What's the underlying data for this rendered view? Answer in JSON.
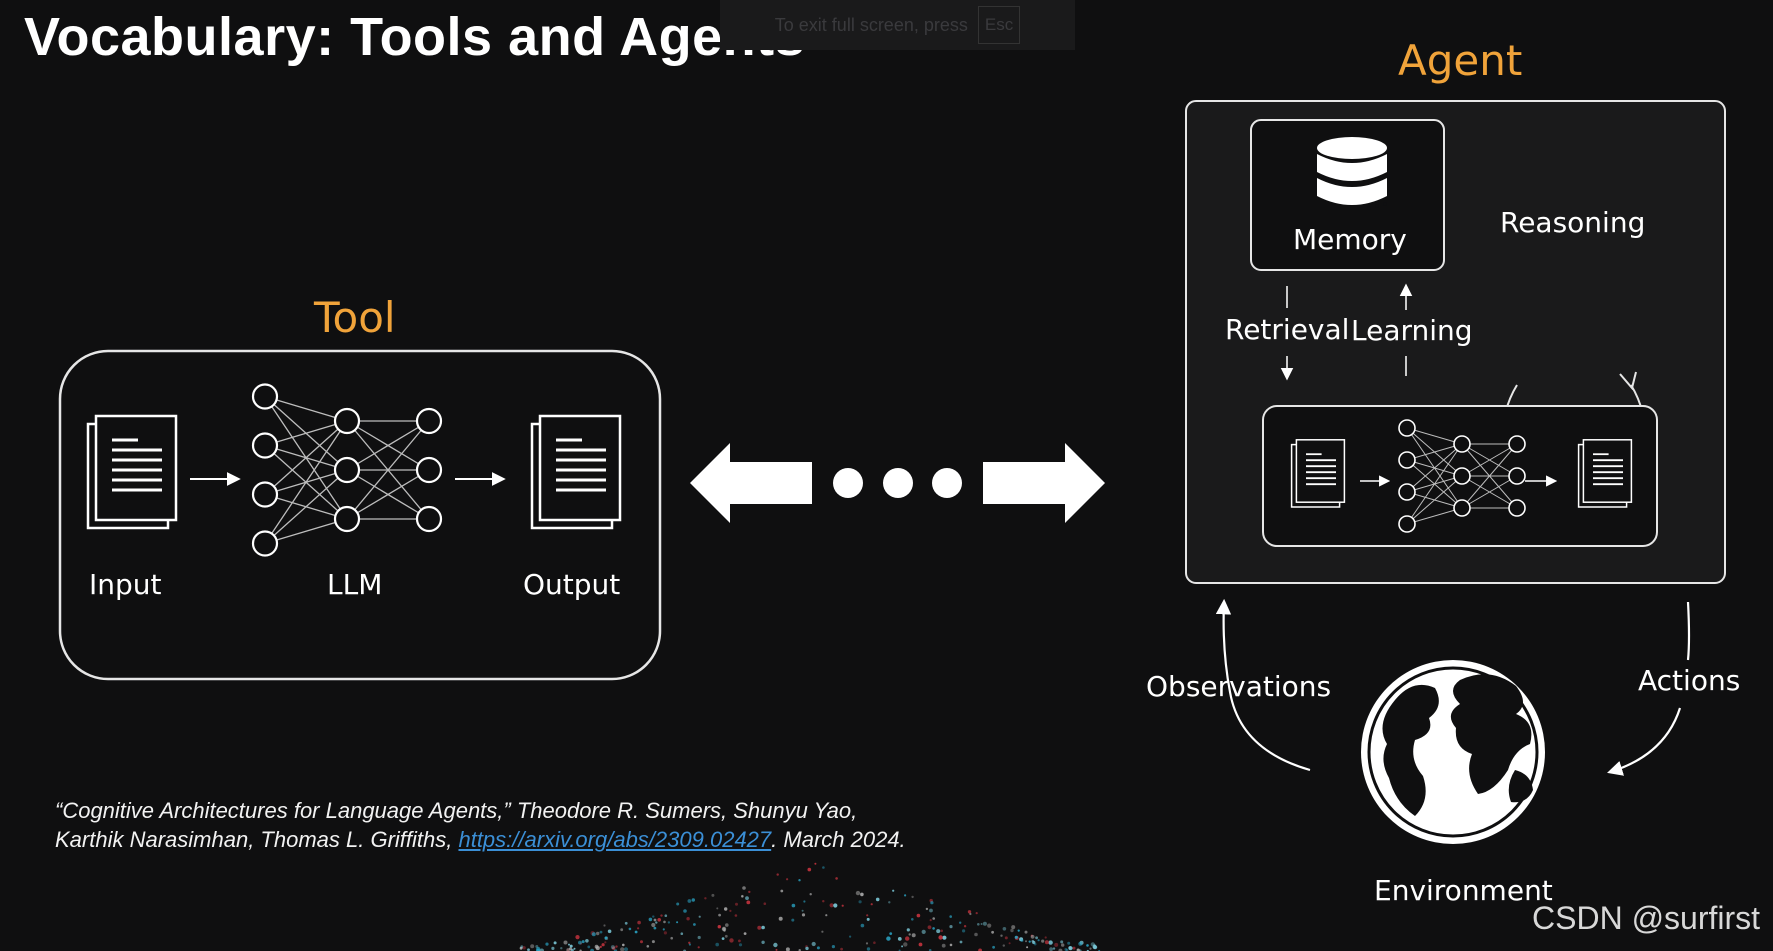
{
  "title": "Vocabulary: Tools and Agents",
  "fullscreen_banner": {
    "text": "To exit full screen, press",
    "key": "Esc"
  },
  "tool": {
    "heading": "Tool",
    "input_label": "Input",
    "llm_label": "LLM",
    "output_label": "Output"
  },
  "agent": {
    "heading": "Agent",
    "memory_label": "Memory",
    "reasoning_label": "Reasoning",
    "retrieval_label": "Retrieval",
    "learning_label": "Learning",
    "observations_label": "Observations",
    "actions_label": "Actions",
    "environment_label": "Environment"
  },
  "citation": {
    "line1": "“Cognitive Architectures for Language Agents,” Theodore R. Sumers, Shunyu Yao,",
    "line2_prefix": "Karthik Narasimhan, Thomas L. Griffiths, ",
    "link": "https://arxiv.org/abs/2309.02427",
    "line2_suffix": ". March 2024."
  },
  "watermark": "CSDN @surfirst",
  "colors": {
    "accent": "#f0a33a",
    "link": "#3b8fd6",
    "background": "#0f0f10"
  }
}
